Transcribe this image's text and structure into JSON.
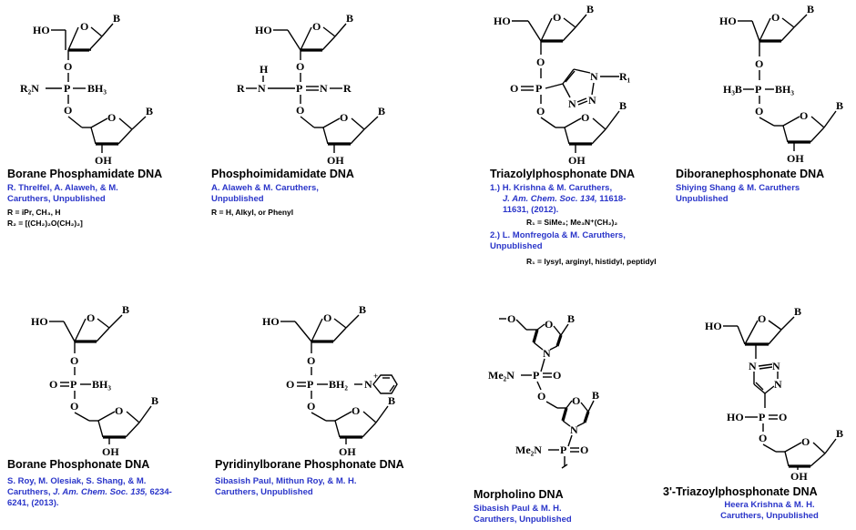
{
  "panels": [
    {
      "title": "Borane Phosphamidate DNA",
      "ref": "R. Threlfel, A. Alaweh, & M. Caruthers, Unpublished",
      "notes": [
        "R = iPr, CH₃, H",
        "R₂ = [(CH₂)₂O(CH₂)₂]"
      ],
      "labels": {
        "ho": "HO",
        "b1": "B",
        "o1": "O",
        "o2": "O",
        "o3": "O",
        "b2": "B",
        "oh": "OH",
        "r2n": "R₂N",
        "p": "P",
        "bh3": "BH₃",
        "o4": "O"
      }
    },
    {
      "title": "Phosphoimidamidate DNA",
      "ref": "A. Alaweh & M. Caruthers, Unpublished",
      "notes": [
        "R = H, Alkyl, or Phenyl"
      ],
      "labels": {
        "ho": "HO",
        "b1": "B",
        "o1": "O",
        "o2": "O",
        "o3": "O",
        "b2": "B",
        "oh": "OH",
        "h": "H",
        "r": "R",
        "n": "N",
        "p": "P",
        "n2": "N",
        "r2": "R",
        "o4": "O"
      }
    },
    {
      "title": "Triazolylphosphonate DNA",
      "ref1": "1.) H. Krishna & M. Caruthers,",
      "ref1b": "J. Am. Chem. Soc. 134,",
      "ref1c": " 11618-",
      "ref1d": "11631, (2012).",
      "note1": "R₁ = SiMe₃; Me₃N⁺(CH₂)₂",
      "ref2": "2.) L. Monfregola & M. Caruthers, Unpublished",
      "note2": "R₁ = lysyl, arginyl, histidyl, peptidyl",
      "labels": {
        "ho": "HO",
        "b1": "B",
        "o1": "O",
        "o2": "O",
        "od": "O",
        "p": "P",
        "n1": "N",
        "r1": "R₁",
        "n2": "N",
        "n3": "N",
        "o3": "O",
        "b2": "B",
        "oh": "OH",
        "o4": "O"
      }
    },
    {
      "title": "Diboranephosphonate DNA",
      "ref": "Shiying Shang & M. Caruthers Unpublished",
      "labels": {
        "ho": "HO",
        "b1": "B",
        "o1": "O",
        "o2": "O",
        "h3b": "H₃B",
        "p": "P",
        "bh3": "BH₃",
        "o3": "O",
        "b2": "B",
        "oh": "OH",
        "o4": "O"
      }
    },
    {
      "title": "Borane Phosphonate DNA",
      "ref_a": "S. Roy, M. Olesiak, S. Shang, & M. Caruthers, ",
      "ref_b": "J. Am. Chem. Soc. 135,",
      "ref_c": " 6234-6241, (2013).",
      "labels": {
        "ho": "HO",
        "b1": "B",
        "o1": "O",
        "o2": "O",
        "od": "O",
        "p": "P",
        "bh3": "BH₃",
        "o3": "O",
        "b2": "B",
        "oh": "OH",
        "o4": "O"
      }
    },
    {
      "title": "Pyridinylborane Phosphonate DNA",
      "ref": "Sibasish Paul, Mithun Roy, & M. H. Caruthers, Unpublished",
      "labels": {
        "ho": "HO",
        "b1": "B",
        "o1": "O",
        "o2": "O",
        "od": "O",
        "p": "P",
        "bh2": "BH₂",
        "npy": "N",
        "plus": "+",
        "o3": "O",
        "b2": "B",
        "oh": "OH",
        "o4": "O"
      }
    },
    {
      "title": "Morpholino DNA",
      "ref": "Sibasish Paul & M. H. Caruthers, Unpublished",
      "labels": {
        "o1": "O",
        "o2": "O",
        "b1": "B",
        "n1": "N",
        "me2n": "Me₂N",
        "p1": "P",
        "o3": "O",
        "o4": "O",
        "b2": "B",
        "o5": "O",
        "n2": "N",
        "me2n2": "Me₂N",
        "p2": "P",
        "o6": "O"
      }
    },
    {
      "title": "3'-Triazoylphosphonate DNA",
      "ref": "Heera Krishna & M. H. Caruthers, Unpublished",
      "labels": {
        "ho": "HO",
        "b1": "B",
        "o1": "O",
        "n1": "N",
        "n2": "N",
        "n3": "N",
        "ho2": "HO",
        "p": "P",
        "od": "O",
        "o3": "O",
        "b2": "B",
        "oh": "OH",
        "o4": "O"
      }
    }
  ]
}
